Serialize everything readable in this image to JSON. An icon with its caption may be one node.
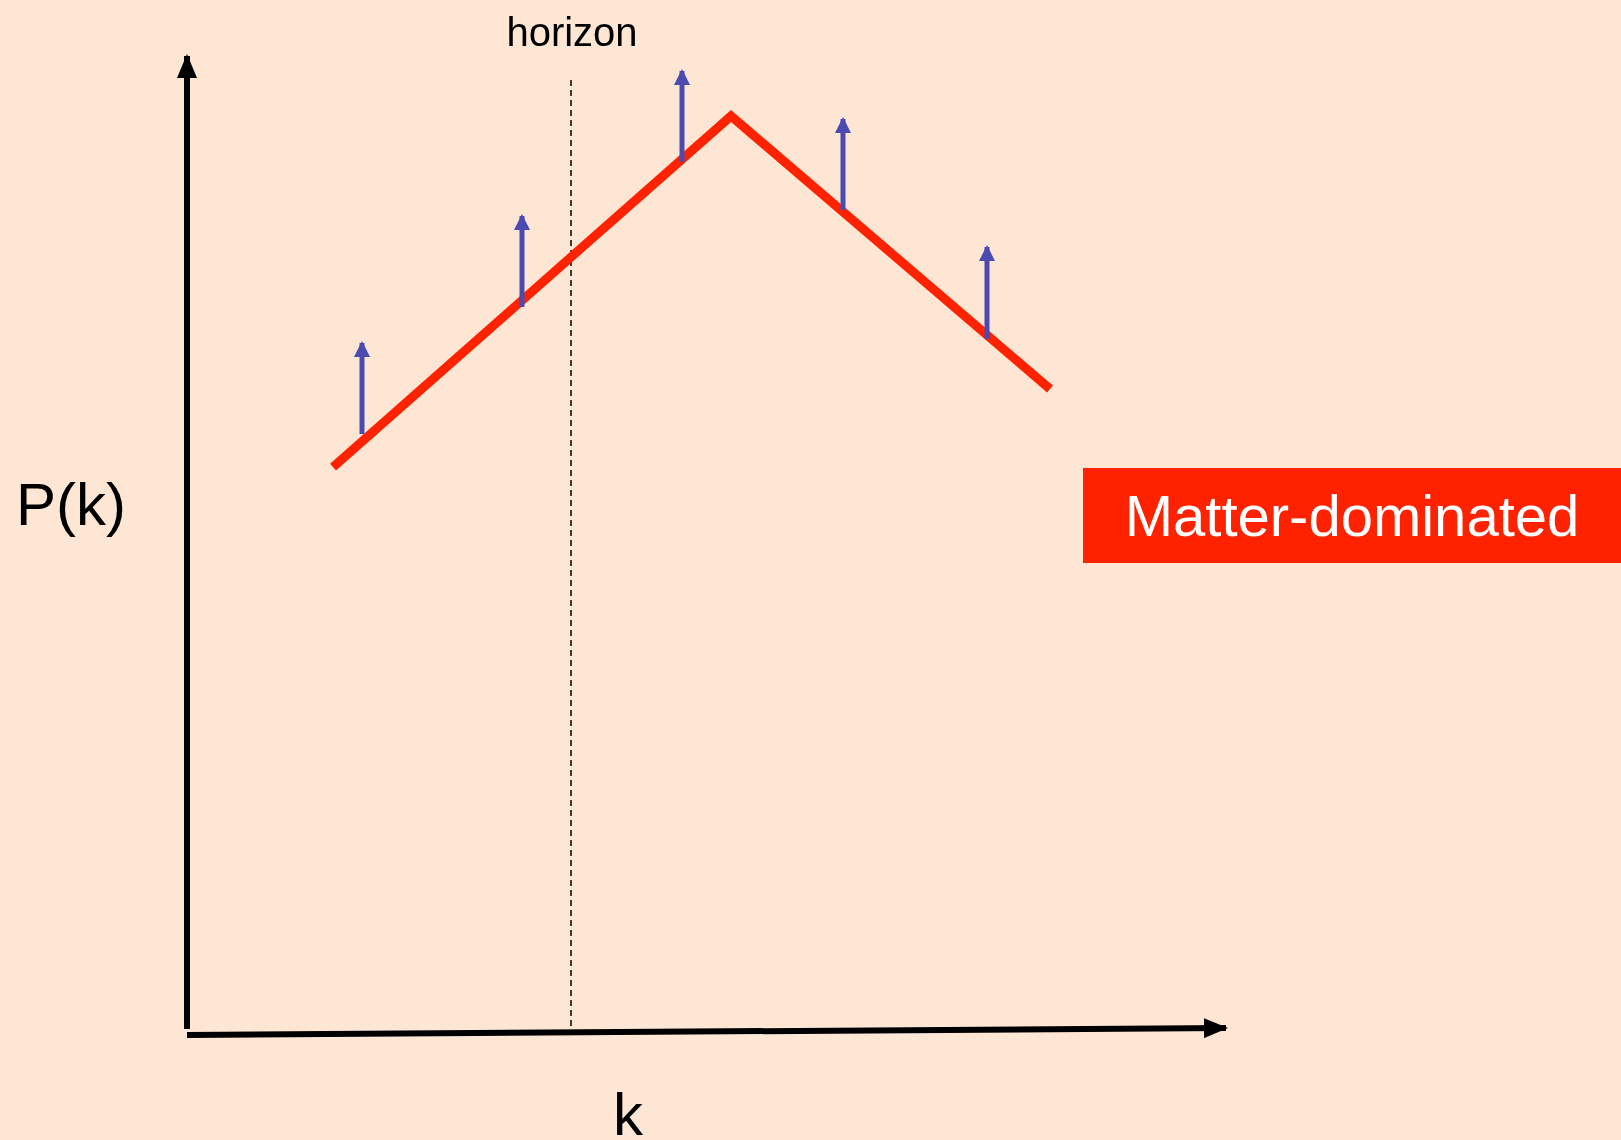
{
  "diagram": {
    "nodes": [
      {
        "text": [
          "Matter-dominated"
        ]
      }
    ],
    "labels": [
      "horizon",
      "P(k)",
      "k"
    ]
  }
}
